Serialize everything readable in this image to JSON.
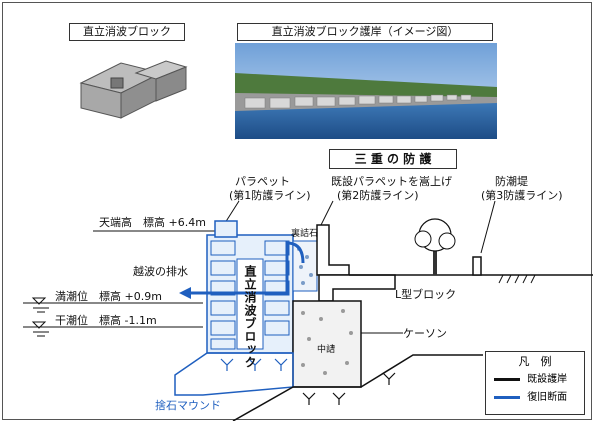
{
  "top": {
    "block_caption": "直立消波ブロック",
    "photo_caption": "直立消波ブロック護岸（イメージ図）"
  },
  "section_title": "三 重 の 防 護",
  "labels": {
    "parapet_1": "パラペット",
    "parapet_1_sub": "(第1防護ライン)",
    "parapet_2": "既設パラペットを嵩上げ",
    "parapet_2_sub": "(第2防護ライン)",
    "seawall_3": "防潮堤",
    "seawall_3_sub": "(第3防護ライン)",
    "crest_height": "天端高　標高 +6.4m",
    "overtopping": "越波の排水",
    "high_tide": "満潮位　標高 +0.9m",
    "low_tide": "干潮位　標高 -1.1m",
    "block_vertical": "直立消波ブロック",
    "backfill": "裏詰石",
    "l_block": "L型ブロック",
    "caisson": "ケーソン",
    "fill": "中詰",
    "mound": "捨石マウンド"
  },
  "legend": {
    "title": "凡　例",
    "items": [
      {
        "label": "既設護岸",
        "color": "#111111"
      },
      {
        "label": "復旧断面",
        "color": "#1f5fbf"
      }
    ]
  }
}
